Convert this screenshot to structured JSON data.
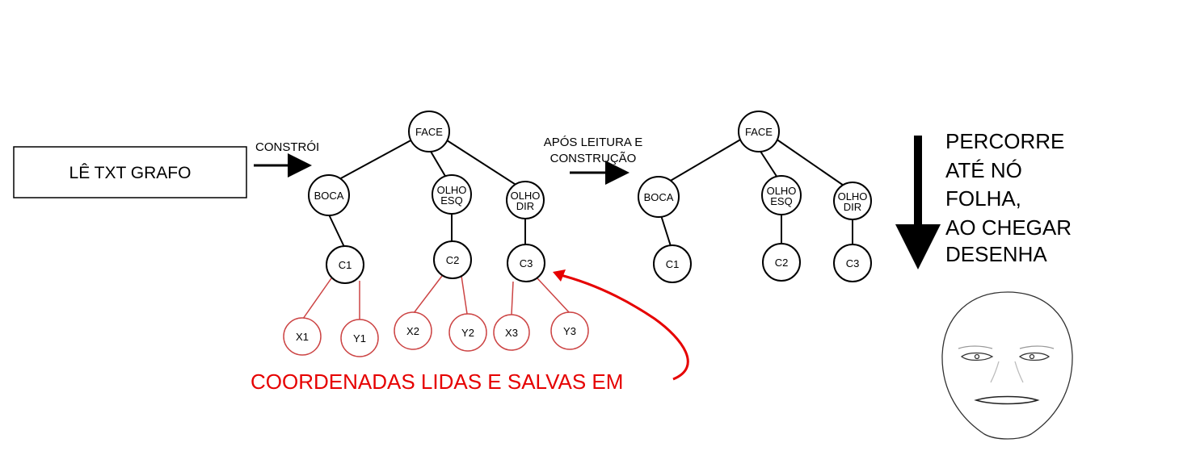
{
  "input_box": "LÊ TXT GRAFO",
  "arrow_build": "CONSTRÓI",
  "arrow_after": [
    "APÓS LEITURA E",
    "CONSTRUÇÃO"
  ],
  "tree_full": {
    "root": "FACE",
    "level1": [
      [
        "BOCA"
      ],
      [
        "OLHO",
        "ESQ"
      ],
      [
        "OLHO",
        "DIR"
      ]
    ],
    "level2": [
      "C1",
      "C2",
      "C3"
    ],
    "level3": [
      "X1",
      "Y1",
      "X2",
      "Y2",
      "X3",
      "Y3"
    ]
  },
  "tree_simple": {
    "root": "FACE",
    "level1": [
      [
        "BOCA"
      ],
      [
        "OLHO",
        "ESQ"
      ],
      [
        "OLHO",
        "DIR"
      ]
    ],
    "level2": [
      "C1",
      "C2",
      "C3"
    ]
  },
  "coords_note": "COORDENADAS LIDAS E SALVAS EM",
  "traverse_text": [
    "PERCORRE",
    "ATÉ NÓ",
    "FOLHA,",
    "AO CHEGAR",
    "DESENHA"
  ],
  "colors": {
    "line": "#000000",
    "highlight": "#e60000",
    "leaf_edge": "#cc4444"
  },
  "face_icon": "face-drawing-icon"
}
